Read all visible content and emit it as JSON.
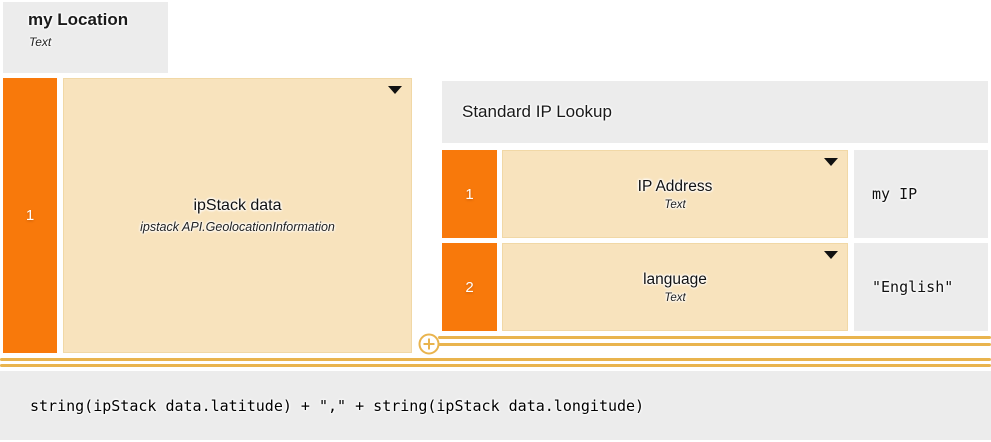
{
  "output": {
    "title": "my Location",
    "type": "Text"
  },
  "left_block": {
    "index": "1",
    "label": "ipStack data",
    "sublabel": "ipstack API.GeolocationInformation"
  },
  "lookup": {
    "title": "Standard IP Lookup",
    "rows": [
      {
        "index": "1",
        "label": "IP Address",
        "type": "Text",
        "value": "my IP"
      },
      {
        "index": "2",
        "label": "language",
        "type": "Text",
        "value": "\"English\""
      }
    ]
  },
  "expression": {
    "text": "string(ipStack data.latitude) + \",\" + string(ipStack data.longitude)"
  },
  "icons": {
    "dropdown": "caret-down",
    "plus": "plus-circle"
  },
  "colors": {
    "orange": "#f8790b",
    "tan": "#f8e3bd",
    "gray": "#ececec",
    "wire_gold": "#e9b44e",
    "caret_black": "#111111"
  }
}
